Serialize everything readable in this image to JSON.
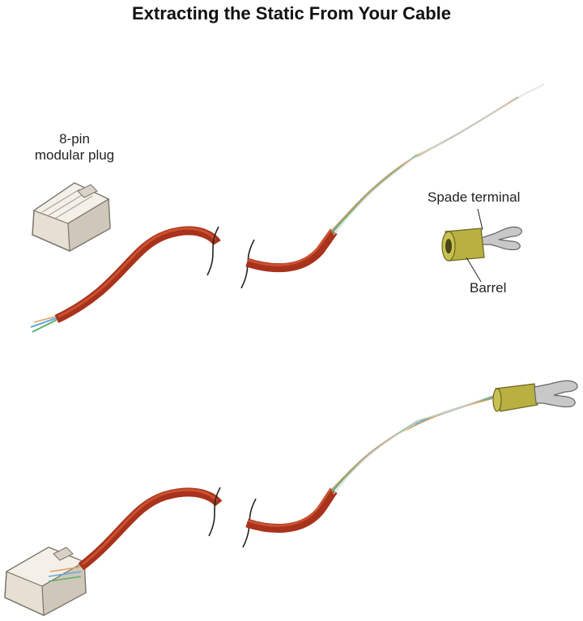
{
  "title": "Extracting the Static From Your Cable",
  "labels": {
    "plug_line1": "8-pin",
    "plug_line2": "modular plug",
    "spade_terminal": "Spade terminal",
    "barrel": "Barrel"
  },
  "colors": {
    "cable_jacket": "#a8321c",
    "cable_highlight": "#d8603a",
    "wire_blue": "#6aa8d8",
    "wire_green": "#5fae6a",
    "wire_orange": "#e0a060",
    "barrel_yellow": "#b8b040",
    "metal": "#b8b8b8",
    "plug_body": "#e6e0d4"
  }
}
